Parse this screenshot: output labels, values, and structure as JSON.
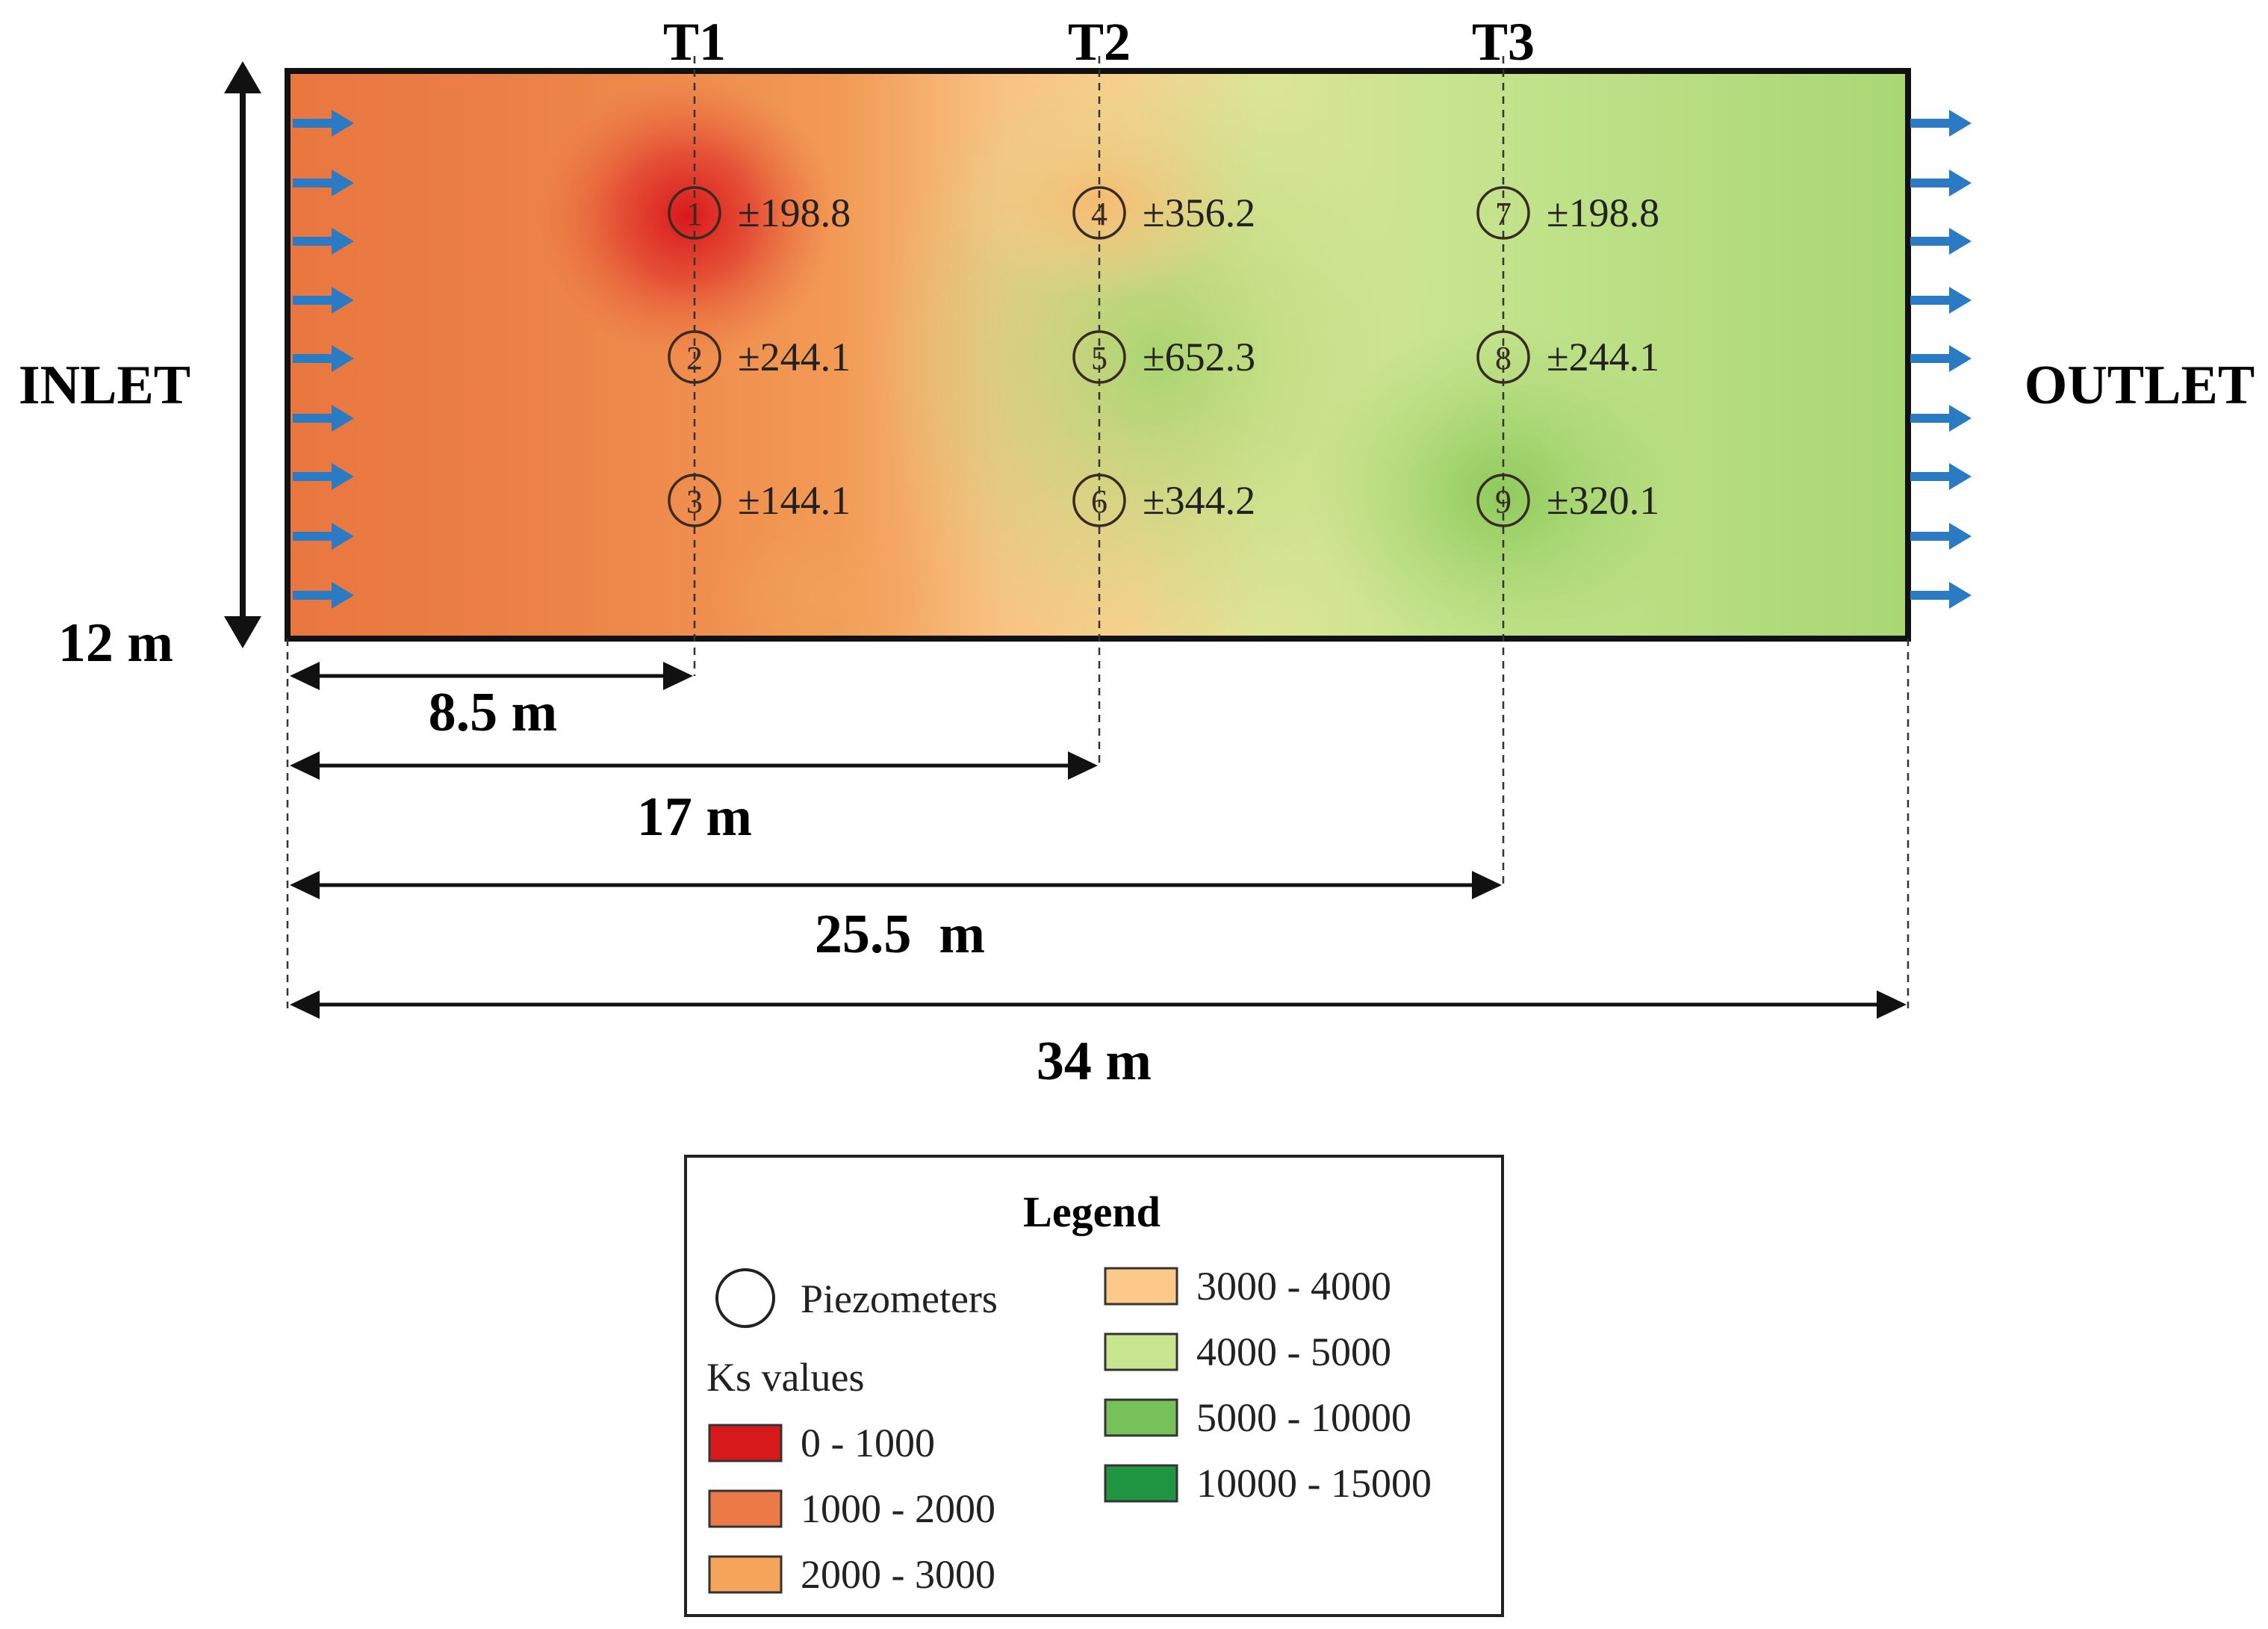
{
  "inlet_label": "INLET",
  "outlet_label": "OUTLET",
  "height_label": "12 m",
  "transects": [
    {
      "label": "T1",
      "distance_label": "8.5 m"
    },
    {
      "label": "T2",
      "distance_label": "17 m"
    },
    {
      "label": "T3",
      "distance_label": "25.5  m"
    }
  ],
  "total_length_label": "34 m",
  "piezometers": [
    {
      "id": "1",
      "value": "±198.8"
    },
    {
      "id": "2",
      "value": "±244.1"
    },
    {
      "id": "3",
      "value": "±144.1"
    },
    {
      "id": "4",
      "value": "±356.2"
    },
    {
      "id": "5",
      "value": "±652.3"
    },
    {
      "id": "6",
      "value": "±344.2"
    },
    {
      "id": "7",
      "value": "±198.8"
    },
    {
      "id": "8",
      "value": "±244.1"
    },
    {
      "id": "9",
      "value": "±320.1"
    }
  ],
  "legend": {
    "title": "Legend",
    "piezometers_label": "Piezometers",
    "ks_title": "Ks values",
    "classes": [
      {
        "label": "0 - 1000",
        "color": "#d7191c"
      },
      {
        "label": "1000 - 2000",
        "color": "#ec7a48"
      },
      {
        "label": "2000 - 3000",
        "color": "#f4a55a"
      },
      {
        "label": "3000 - 4000",
        "color": "#fdc98a"
      },
      {
        "label": "4000 - 5000",
        "color": "#c8e690"
      },
      {
        "label": "5000 - 10000",
        "color": "#76c15a"
      },
      {
        "label": "10000 - 15000",
        "color": "#1f9441"
      }
    ]
  },
  "colors": {
    "flow_arrow": "#2b7bc4",
    "outline": "#111111"
  }
}
